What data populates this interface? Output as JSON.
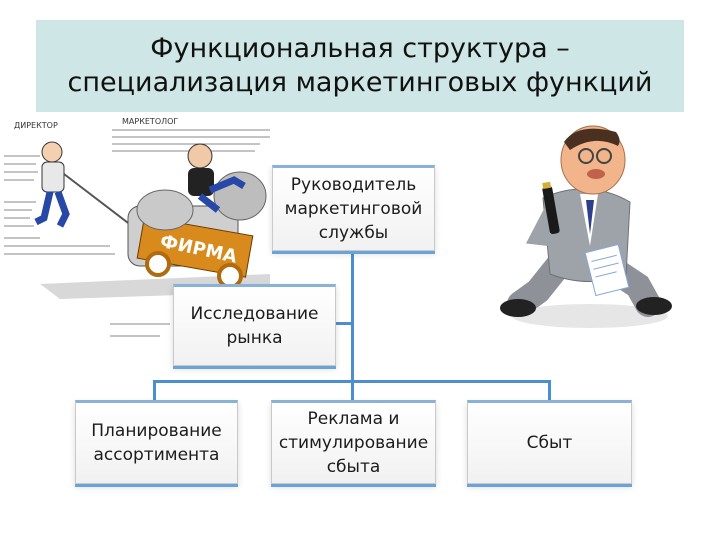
{
  "title": {
    "line1": "Функциональная структура –",
    "line2": "специализация маркетинговых функций"
  },
  "nodes": {
    "head": [
      "Руководитель",
      "маркетинговой",
      "службы"
    ],
    "research": [
      "Исследование",
      "рынка"
    ],
    "assortment": [
      "Планирование",
      "ассортимента"
    ],
    "advertising": [
      "Реклама и",
      "стимулирование",
      "сбыта"
    ],
    "sales": [
      "Сбыт"
    ]
  },
  "cartoon": {
    "director_label": "ДИРЕКТОР",
    "marketer_label": "МАРКЕТОЛОГ",
    "firm_label": "ФИРМА"
  },
  "colors": {
    "title_bg": "#cfe6e6",
    "connector": "#4d8fce",
    "node_shadow": "#6aa3d6"
  }
}
